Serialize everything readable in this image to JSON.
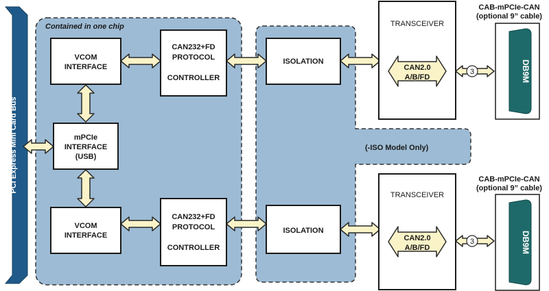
{
  "bus_label": "PCI Express Mini Card Bus",
  "chip_region_label": "Contained in one chip",
  "iso_note": "(-ISO Model Only)",
  "blocks": {
    "vcom_top": [
      "VCOM",
      "INTERFACE"
    ],
    "vcom_bottom": [
      "VCOM",
      "INTERFACE"
    ],
    "mpcie": [
      "mPCIe",
      "INTERFACE",
      "(USB)"
    ],
    "can_top": [
      "CAN232+FD",
      "PROTOCOL",
      "",
      "CONTROLLER"
    ],
    "can_bottom": [
      "CAN232+FD",
      "PROTOCOL",
      "",
      "CONTROLLER"
    ],
    "iso_top": "ISOLATION",
    "iso_bottom": "ISOLATION",
    "transceiver_top": "TRANSCEIVER",
    "transceiver_bottom": "TRANSCEIVER",
    "can_std_top": [
      "CAN2.0",
      "A/B/FD"
    ],
    "can_std_bottom": [
      "CAN2.0",
      "A/B/FD"
    ]
  },
  "cables": {
    "top": [
      "CAB-mPCIe-CAN",
      "(optional 9” cable)"
    ],
    "bottom": [
      "CAB-mPCIe-CAN",
      "(optional 9” cable)"
    ]
  },
  "connector_label": "DB9M",
  "pin_label": "3",
  "colors": {
    "bus": "#1f5a8a",
    "region": "#9dbbd4",
    "arrow_fill": "#fbf3c8",
    "connector": "#1e6a6a"
  }
}
